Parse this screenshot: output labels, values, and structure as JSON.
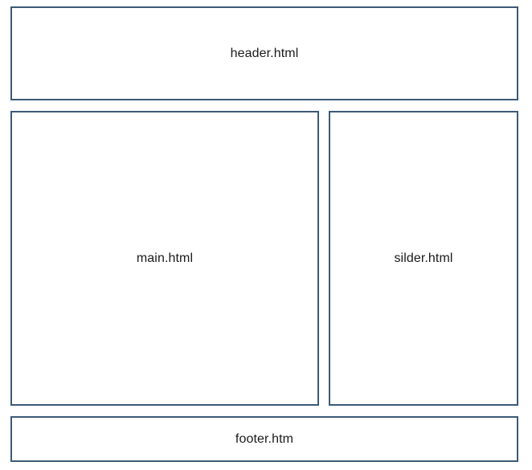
{
  "page": {
    "title": "HTML page layout wireframe",
    "background_color": "#ffffff",
    "border_color": "#3d5a77",
    "text_color": "#1a1a1a"
  },
  "regions": [
    {
      "key": "header",
      "label": "header.html",
      "role": "page-header-region"
    },
    {
      "key": "main",
      "label": "main.html",
      "role": "page-main-content-region"
    },
    {
      "key": "sidebar",
      "label": "silder.html",
      "role": "page-sidebar-region"
    },
    {
      "key": "footer",
      "label": "footer.htm",
      "role": "page-footer-region"
    }
  ]
}
